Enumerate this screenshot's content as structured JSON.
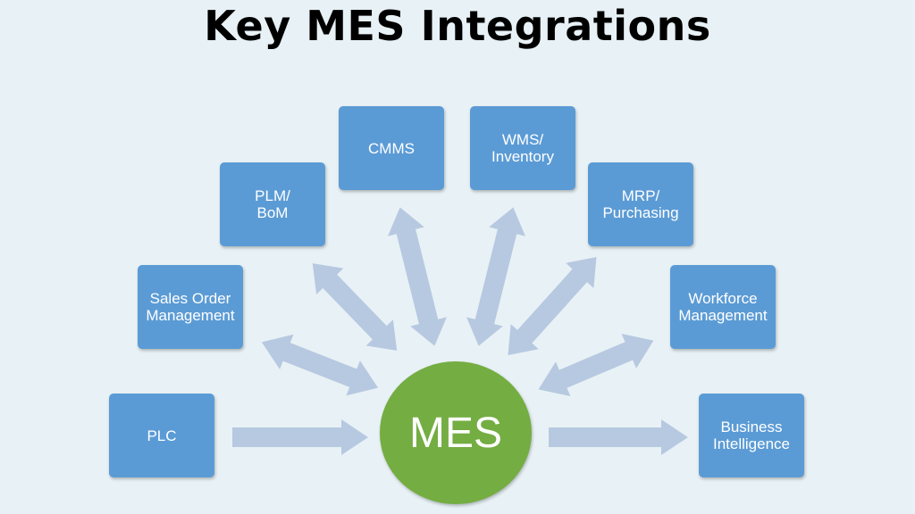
{
  "title": "Key MES Integrations",
  "hub": {
    "label": "MES"
  },
  "nodes": [
    {
      "id": "plc",
      "label": "PLC",
      "flow": "to-hub"
    },
    {
      "id": "sales-order",
      "label": "Sales Order\nManagement",
      "flow": "bidirectional"
    },
    {
      "id": "plm",
      "label": "PLM/\nBoM",
      "flow": "bidirectional"
    },
    {
      "id": "cmms",
      "label": "CMMS",
      "flow": "bidirectional"
    },
    {
      "id": "wms",
      "label": "WMS/\nInventory",
      "flow": "bidirectional"
    },
    {
      "id": "mrp",
      "label": "MRP/\nPurchasing",
      "flow": "bidirectional"
    },
    {
      "id": "workforce",
      "label": "Workforce\nManagement",
      "flow": "bidirectional"
    },
    {
      "id": "bi",
      "label": "Business\nIntelligence",
      "flow": "from-hub"
    }
  ],
  "colors": {
    "background": "#e8f1f5",
    "node": "#5b9bd5",
    "hub": "#74ad42",
    "arrow": "#b7c9e1"
  }
}
